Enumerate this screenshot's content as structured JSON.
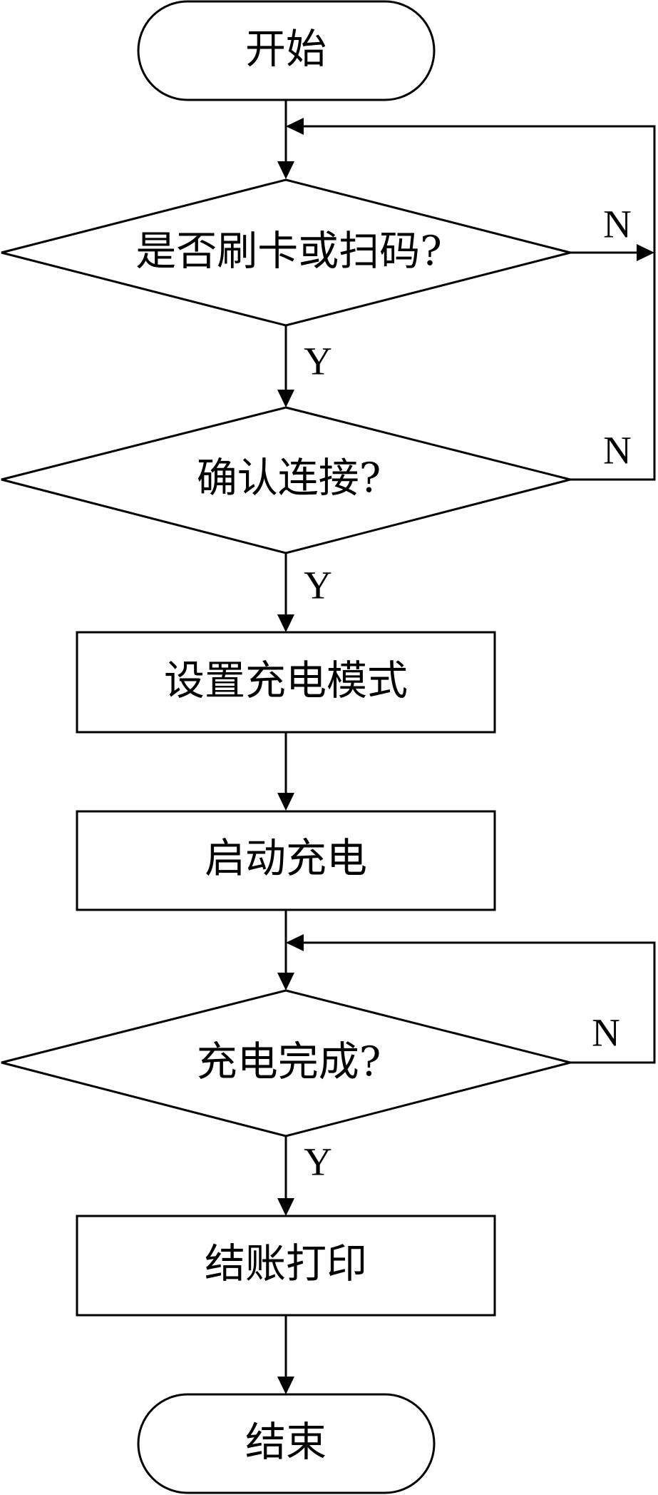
{
  "diagram": {
    "nodes": {
      "start": "开始",
      "check_card": "是否刷卡或扫码?",
      "confirm_connect": "确认连接?",
      "set_mode": "设置充电模式",
      "start_charge": "启动充电",
      "charge_done": "充电完成?",
      "checkout_print": "结账打印",
      "end": "结束"
    },
    "edge_labels": {
      "check_card_no": "N",
      "check_card_yes": "Y",
      "confirm_connect_no": "N",
      "confirm_connect_yes": "Y",
      "charge_done_no": "N",
      "charge_done_yes": "Y"
    }
  }
}
